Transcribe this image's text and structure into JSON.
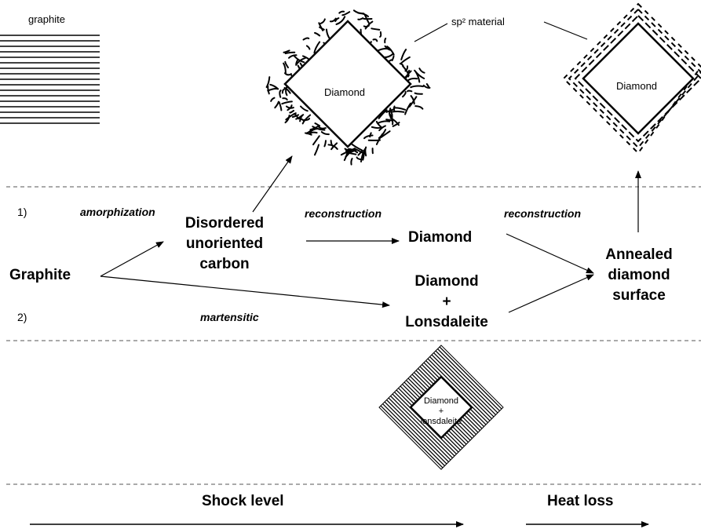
{
  "labels": {
    "graphite_top": "graphite",
    "sp2": "sp² material",
    "diamond_left": "Diamond",
    "diamond_right": "Diamond",
    "row1": "1)",
    "row2": "2)",
    "amorphization": "amorphization",
    "reconstruction1": "reconstruction",
    "reconstruction2": "reconstruction",
    "martensitic": "martensitic",
    "graphite_main": "Graphite",
    "disordered": "Disordered",
    "unoriented": "unoriented",
    "carbon": "carbon",
    "diamond_mid": "Diamond",
    "diamond_lower": "Diamond",
    "plus": "+",
    "lonsdaleite": "Lonsdaleite",
    "annealed": "Annealed",
    "diamond_word": "diamond",
    "surface": "surface",
    "inset_diamond": "Diamond",
    "inset_plus": "+",
    "inset_lonsdaleite": "lonsdaleite",
    "shock_level": "Shock level",
    "heat_loss": "Heat loss"
  }
}
